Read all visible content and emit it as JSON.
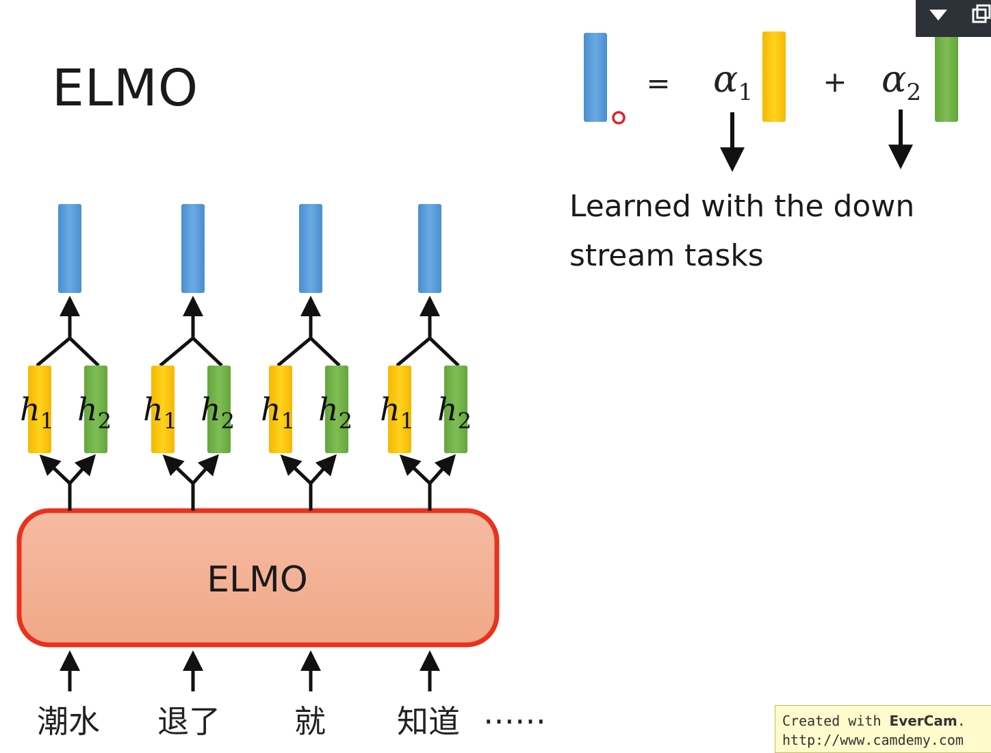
{
  "slide": {
    "title": "ELMO",
    "note_line1": "Learned with the down",
    "note_line2": "stream tasks"
  },
  "equation": {
    "equals": "=",
    "plus": "+",
    "alpha1_base": "α",
    "alpha1_sub": "1",
    "alpha2_base": "α",
    "alpha2_sub": "2"
  },
  "model": {
    "box_label": "ELMO",
    "h1_base": "h",
    "h1_sub": "1",
    "h2_base": "h",
    "h2_sub": "2"
  },
  "inputs": {
    "words": [
      "潮水",
      "退了",
      "就",
      "知道"
    ],
    "ellipsis": "……"
  },
  "watermark": {
    "line1_prefix": "Created with ",
    "line1_brand": "EverCam",
    "line1_suffix": ".",
    "line2": "http://www.camdemy.com"
  },
  "colors": {
    "blue": "#5b9bd5",
    "yellow": "#ffc000",
    "green": "#70ad47",
    "elmo_fill": "#f4b39a",
    "elmo_border": "#e8321e"
  }
}
